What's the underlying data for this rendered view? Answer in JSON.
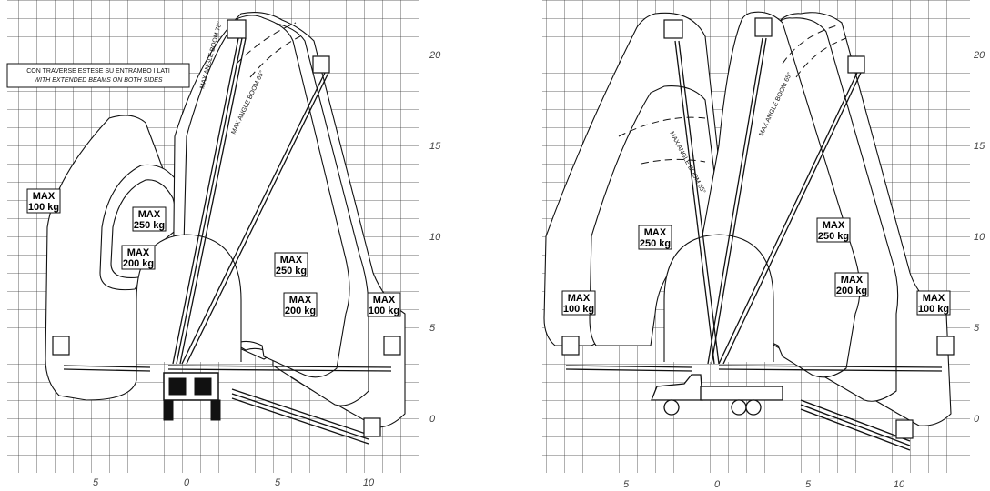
{
  "note": {
    "line1": "CON TRAVERSE ESTESE SU ENTRAMBO I LATI",
    "line2": "WITH EXTENDED BEAMS ON BOTH SIDES"
  },
  "left": {
    "boom_labels": [
      "MAX ANGLE BOOM 78°",
      "MAX ANGLE BOOM 65°"
    ],
    "x_ticks": [
      "5",
      "0",
      "5",
      "10"
    ],
    "y_ticks": [
      "20",
      "15",
      "10",
      "5",
      "0"
    ],
    "load_labels": [
      {
        "max": "MAX",
        "kg": "100 kg"
      },
      {
        "max": "MAX",
        "kg": "250 kg"
      },
      {
        "max": "MAX",
        "kg": "200 kg"
      },
      {
        "max": "MAX",
        "kg": "250 kg"
      },
      {
        "max": "MAX",
        "kg": "200 kg"
      },
      {
        "max": "MAX",
        "kg": "100 kg"
      }
    ]
  },
  "right": {
    "boom_labels": [
      "MAX ANGLE BOOM 65°",
      "MAX ANGLE BOOM 65°"
    ],
    "x_ticks": [
      "5",
      "0",
      "5",
      "10"
    ],
    "y_ticks": [
      "20",
      "15",
      "10",
      "5",
      "0"
    ],
    "load_labels": [
      {
        "max": "MAX",
        "kg": "250 kg"
      },
      {
        "max": "MAX",
        "kg": "100 kg"
      },
      {
        "max": "MAX",
        "kg": "250 kg"
      },
      {
        "max": "MAX",
        "kg": "200 kg"
      },
      {
        "max": "MAX",
        "kg": "100 kg"
      }
    ]
  },
  "colors": {
    "grid": "#3a3a3a",
    "line": "#111111",
    "background": "#ffffff"
  }
}
